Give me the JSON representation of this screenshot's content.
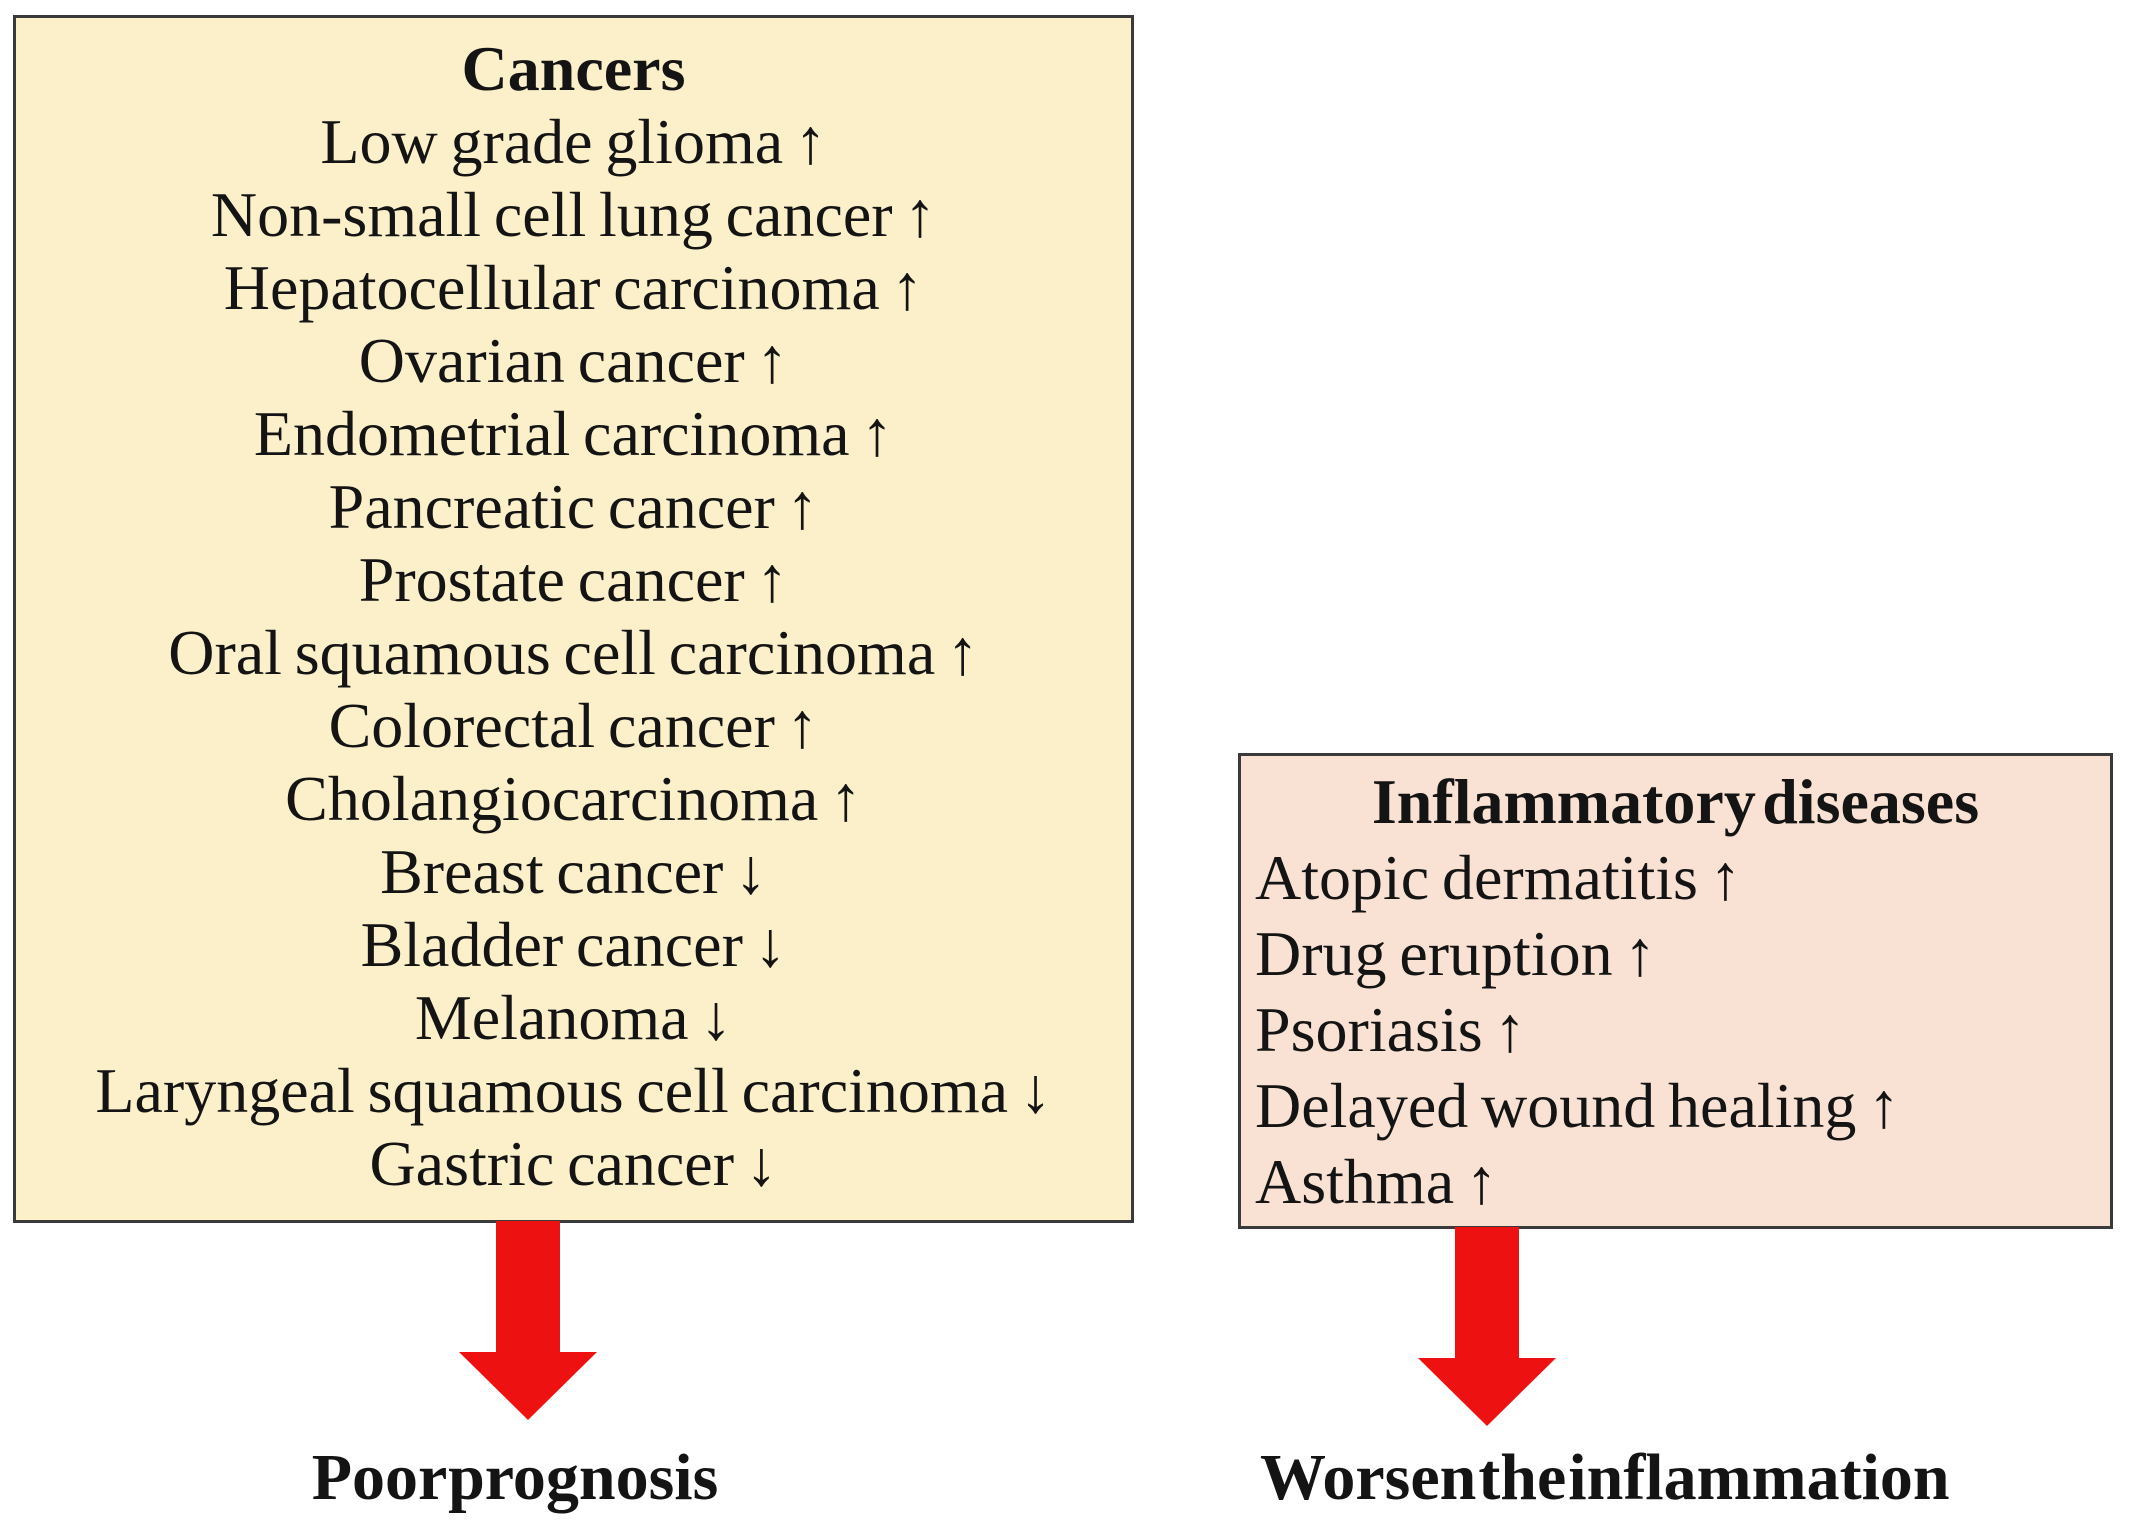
{
  "figure": {
    "background_color": "#ffffff",
    "border_color": "#3a3a3a",
    "arrow_color": "#ee1111",
    "text_color": "#141414"
  },
  "cancers": {
    "title": "Cancers",
    "bg_color": "#fcf0ca",
    "items": [
      {
        "name": "Low grade glioma",
        "trend": "↑"
      },
      {
        "name": "Non-small cell lung cancer",
        "trend": "↑"
      },
      {
        "name": "Hepatocellular carcinoma",
        "trend": "↑"
      },
      {
        "name": "Ovarian cancer",
        "trend": "↑"
      },
      {
        "name": "Endometrial carcinoma",
        "trend": "↑"
      },
      {
        "name": "Pancreatic cancer",
        "trend": "↑"
      },
      {
        "name": "Prostate cancer",
        "trend": "↑"
      },
      {
        "name": "Oral squamous cell carcinoma",
        "trend": "↑"
      },
      {
        "name": "Colorectal cancer",
        "trend": "↑"
      },
      {
        "name": "Cholangiocarcinoma",
        "trend": "↑"
      },
      {
        "name": "Breast cancer",
        "trend": "↓"
      },
      {
        "name": "Bladder cancer",
        "trend": "↓"
      },
      {
        "name": "Melanoma",
        "trend": "↓"
      },
      {
        "name": "Laryngeal squamous cell carcinoma",
        "trend": "↓"
      },
      {
        "name": "Gastric cancer",
        "trend": "↓"
      }
    ],
    "outcome": "Poor prognosis"
  },
  "inflammatory": {
    "title": "Inflammatory diseases",
    "bg_color": "#f9e2d3",
    "items": [
      {
        "name": "Atopic dermatitis",
        "trend": "↑"
      },
      {
        "name": "Drug eruption",
        "trend": "↑"
      },
      {
        "name": "Psoriasis",
        "trend": "↑"
      },
      {
        "name": "Delayed wound healing",
        "trend": "↑"
      },
      {
        "name": "Asthma",
        "trend": "↑"
      }
    ],
    "outcome": "Worsen the inflammation"
  }
}
